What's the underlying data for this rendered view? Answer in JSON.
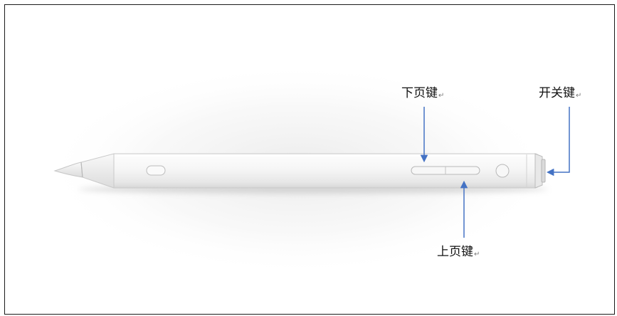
{
  "diagram": {
    "labels": {
      "page_down": "下页键",
      "power": "开关键",
      "page_up": "上页键"
    },
    "paragraph_mark": "↵",
    "colors": {
      "arrow": "#4472c4",
      "pen_body": "#f4f4f4",
      "pen_outline": "#c9c9c9",
      "frame": "#1a1a1a"
    }
  }
}
